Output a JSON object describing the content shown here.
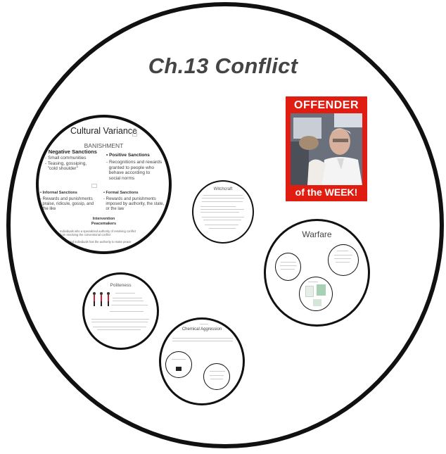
{
  "title": "Ch.13 Conflict",
  "cultural_variance": {
    "heading": "Cultural Variance",
    "banishment": "BANISHMENT",
    "negative_sanctions": {
      "label": "Negative Sanctions",
      "items": [
        "Small communities",
        "Teasing, gossiping,",
        "\"cold shoulder\""
      ]
    },
    "positive_sanctions": {
      "label": "Positive Sanctions",
      "items": [
        "Recognitions and rewards",
        "granted to people who",
        "behave according to",
        "social norms"
      ]
    },
    "informal_sanctions": {
      "label": "Informal Sanctions",
      "items": [
        "Rewards and punishments",
        "praise, ridicule, gossip, and",
        "the like"
      ]
    },
    "formal_sanctions": {
      "label": "Formal Sanctions",
      "items": [
        "Rewards and punishments",
        "imposed by authority, the state,",
        "or the law"
      ]
    },
    "intervention": {
      "label_line1": "Intervention",
      "label_line2": "Peacemakers",
      "text1": "Individuals who a specialized authority of resolving conflict",
      "text2": "from resolving the conventional conflict",
      "text3": "of honored individuals has the authority to make peace"
    }
  },
  "offender": {
    "top_text": "OFFENDER",
    "bottom_text": "of the WEEK!"
  },
  "witchcraft": {
    "heading": "Witchcraft"
  },
  "warfare": {
    "heading": "Warfare"
  },
  "politeness": {
    "heading": "Politeness"
  },
  "chemical": {
    "heading": "Chemical Aggression"
  },
  "colors": {
    "border": "#111111",
    "title": "#444444",
    "offender_red": "#e11c10"
  }
}
